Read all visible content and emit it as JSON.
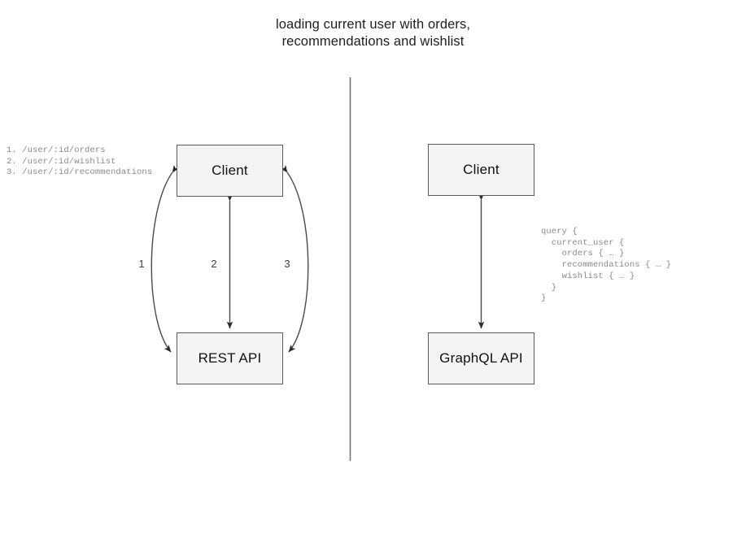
{
  "title": "loading current user with orders,\nrecommendations and wishlist",
  "colors": {
    "box_fill": "#f4f4f4",
    "box_border": "#5b5b5b",
    "stroke": "#4a4a4a",
    "code_text": "#8a8a8a",
    "title_text": "#1f1f1f",
    "divider": "#6e6e6e"
  },
  "left_panel": {
    "nodes": [
      {
        "id": "client-rest",
        "label": "Client"
      },
      {
        "id": "rest-api",
        "label": "REST API"
      }
    ],
    "edge_labels": [
      "1",
      "2",
      "3"
    ],
    "endpoints_annotation": "1. /user/:id/orders\n2. /user/:id/wishlist\n3. /user/:id/recommendations"
  },
  "right_panel": {
    "nodes": [
      {
        "id": "client-gql",
        "label": "Client"
      },
      {
        "id": "graphql-api",
        "label": "GraphQL API"
      }
    ],
    "query_annotation": "query {\n  current_user {\n    orders { … }\n    recommendations { … }\n    wishlist { … }\n  }\n}"
  }
}
